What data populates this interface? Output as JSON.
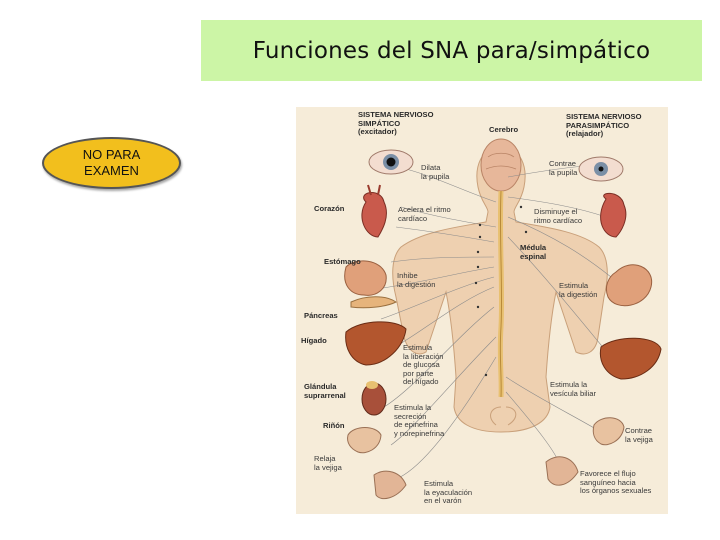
{
  "slide": {
    "title": "Funciones del SNA para/simpático",
    "badge": "NO PARA\nEXAMEN"
  },
  "figure": {
    "sympathetic_header": "SISTEMA NERVIOSO\nSIMPÁTICO\n(excitador)",
    "parasympathetic_header": "SISTEMA NERVIOSO\nPARASIMPÁTICO\n(relajador)",
    "brain": "Cerebro",
    "spinal_cord": "Médula\nespinal",
    "organs": {
      "heart": "Corazón",
      "stomach": "Estómago",
      "pancreas": "Páncreas",
      "liver": "Hígado",
      "adrenal": "Glándula\nsuprarrenal",
      "kidney": "Riñón"
    },
    "sympathetic_effects": {
      "pupil": "Dilata\nla pupila",
      "heart": "Acelera el ritmo\ncardíaco",
      "digestion": "Inhibe\nla digestión",
      "glucose": "Estimula\nla liberación\nde glucosa\npor parte\ndel hígado",
      "adrenaline": "Estimula la\nsecreción\nde epinefrina\ny norepinefrina",
      "bladder": "Relaja\nla vejiga",
      "ejaculation": "Estimula\nla eyaculación\nen el varón"
    },
    "parasympathetic_effects": {
      "pupil": "Contrae\nla pupila",
      "heart": "Disminuye el\nritmo cardíaco",
      "digestion": "Estimula\nla digestión",
      "gallbladder": "Estimula la\nvesícula biliar",
      "bladder": "Contrae\nla vejiga",
      "blood_flow": "Favorece el flujo\nsanguíneo hacia\nlos órganos sexuales"
    }
  }
}
